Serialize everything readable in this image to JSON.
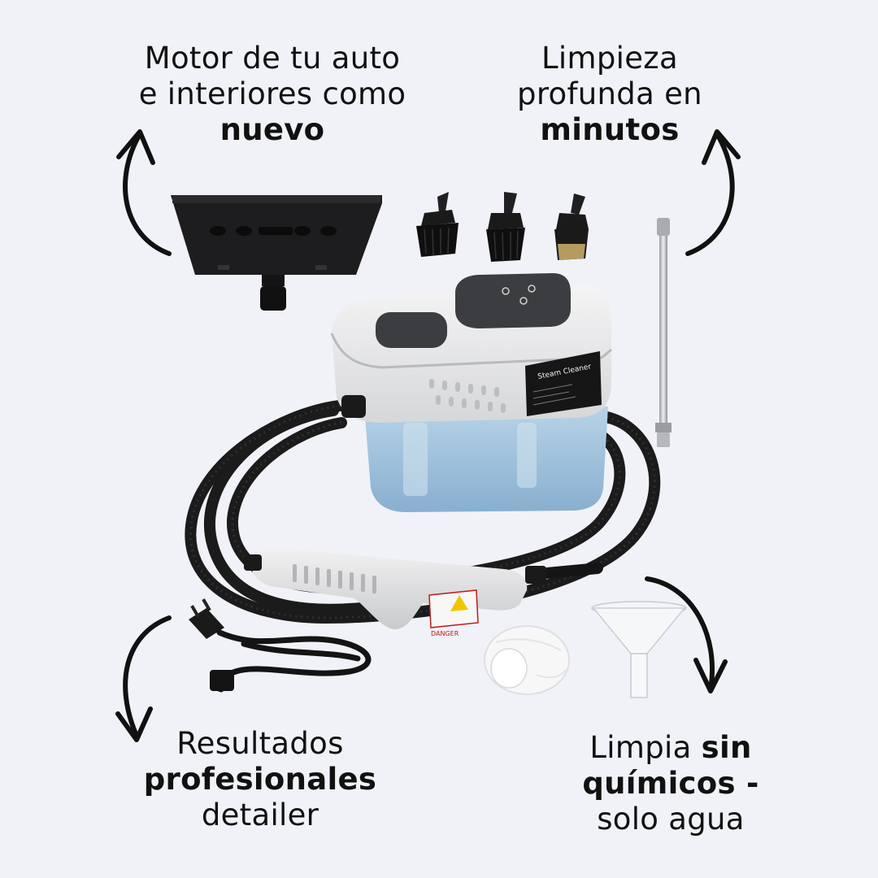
{
  "captions": {
    "top_left": {
      "line1": "Motor de tu auto",
      "line2": "e interiores como",
      "line3": "nuevo"
    },
    "top_right": {
      "line1": "Limpieza",
      "line2": "profunda en",
      "line3": "minutos"
    },
    "bottom_left": {
      "line1": "Resultados",
      "line2": "profesionales",
      "line3": "detailer"
    },
    "bottom_right": {
      "line1_regular": "Limpia ",
      "line1_bold": "sin",
      "line2": "químicos -",
      "line3": "solo agua"
    }
  },
  "product": {
    "label_title": "Steam Cleaner",
    "warning_label": "DANGER"
  },
  "colors": {
    "background": "#f0f2f7",
    "text": "#111111",
    "body_white": "#e9e9ea",
    "tank_blue": "#9cc1dd",
    "panel_dark": "#3b3d40",
    "hose": "#1b1b1c"
  },
  "icons": {
    "arrows": [
      "curved-arrow-up-icon",
      "curved-arrow-up-icon",
      "curved-arrow-down-icon",
      "curved-arrow-down-icon"
    ]
  }
}
